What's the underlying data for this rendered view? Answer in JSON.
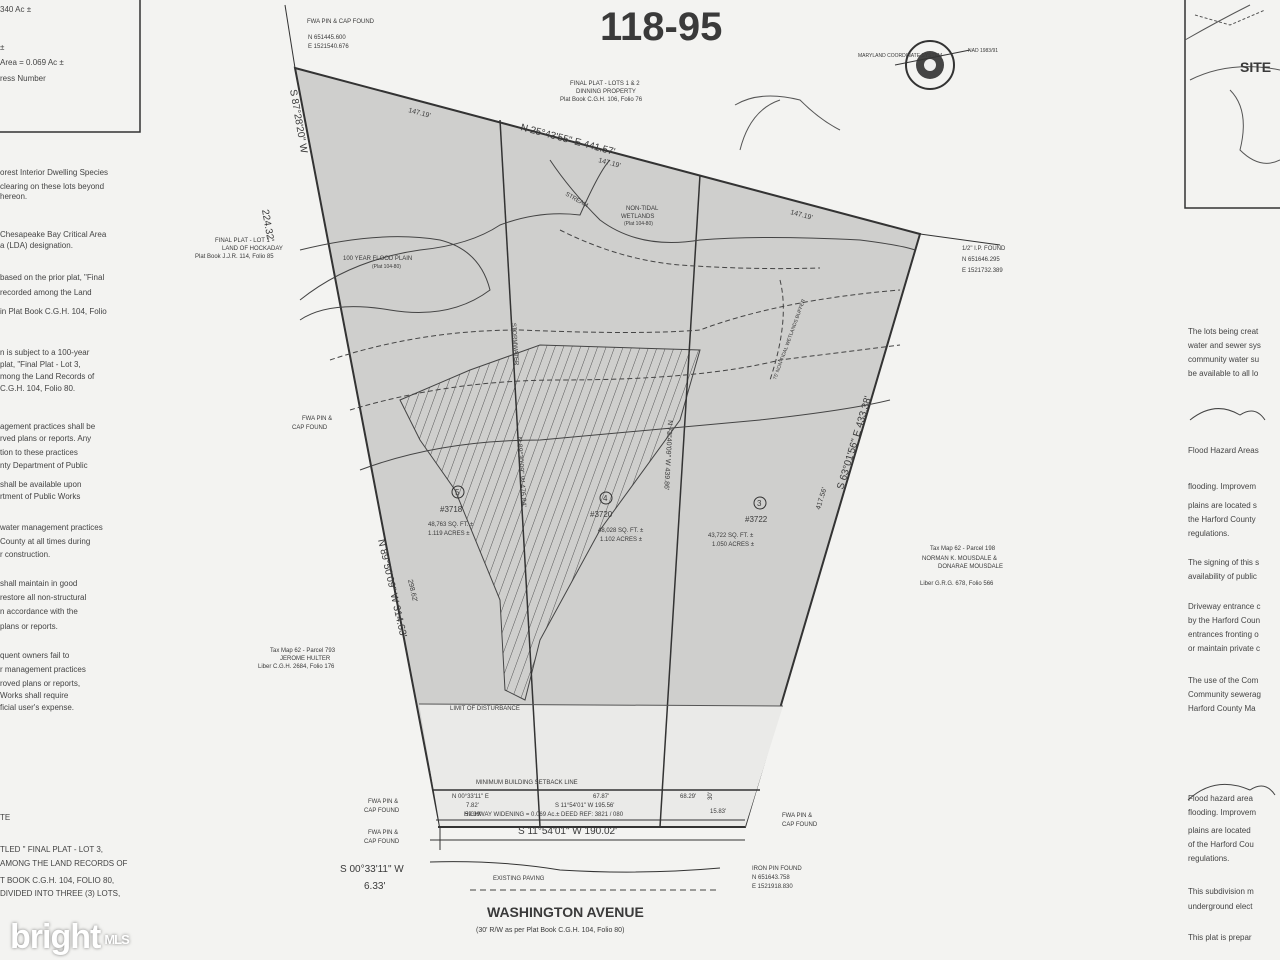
{
  "header": {
    "plat_number": "118-95"
  },
  "parcel": {
    "north_line": "N 25°43'55\" E 441.57'",
    "west_line_top": "S 87°28'20\" W",
    "west_line_top_len": "224.32'",
    "west_line": "N 89°50'09\" W 314.63'",
    "east_line": "S 63°01'56\" E 433.38'",
    "south_line": "S 11°54'01\" W 190.02'",
    "south_west_tie": "S 00°33'11\" W",
    "south_west_tie_len": "6.33'",
    "seg_147_a": "147.19'",
    "seg_147_b": "147.19'",
    "seg_147_c": "147.19'",
    "seg_417": "417.56'",
    "seg_298": "298.62'",
    "lot_line_a": "N 89°30'09\" W 476.84'",
    "lot_line_b": "N 73°40'09\" W 439.86'",
    "stormwater_label": "STORMWATER",
    "highway_widening": "HIGHWAY WIDENING = 0.069 Ac.± DEED REF: 3821 / 080",
    "inner_south": "S 11°54'01\" W 195.56'",
    "setback_line": "MINIMUM     BUILDING     SETBACK     LINE",
    "limit_disturbance": "LIMIT          OF          DISTURBANCE",
    "existing_paving": "EXISTING PAVING",
    "seg_n00": "N 00°33'11\" E",
    "seg_782": "7.82'",
    "seg_5939": "59.39'",
    "seg_6787": "67.87'",
    "seg_6829": "68.29'",
    "seg_1583": "15.83'",
    "seg_30": "30'"
  },
  "lots": [
    {
      "num": "5",
      "addr": "#3718",
      "sqft": "48,763 SQ. FT. ±",
      "acres": "1.119 ACRES ±"
    },
    {
      "num": "4",
      "addr": "#3720",
      "sqft": "48,028 SQ. FT. ±",
      "acres": "1.102 ACRES ±"
    },
    {
      "num": "3",
      "addr": "#3722",
      "sqft": "43,722 SQ. FT. ±",
      "acres": "1.050 ACRES ±"
    }
  ],
  "features": {
    "flood_plain": "100 YEAR FLOOD PLAIN",
    "flood_plain_ref": "(Plat 104-80)",
    "wetlands": "NON-TIDAL",
    "wetlands2": "WETLANDS",
    "wetlands_ref": "(Plat 104-80)",
    "stream": "STREAM",
    "buffer": "75' NON-TIDAL WETLANDS BUFFER"
  },
  "labels": {
    "fwa_top": "FWA PIN & CAP FOUND",
    "fwa_top_n": "N 651445.600",
    "fwa_top_e": "E 1521540.676",
    "final_plat_12": "FINAL PLAT - LOTS 1 & 2",
    "final_plat_12b": "DINNING PROPERTY",
    "final_plat_12c": "Plat Book C.G.H. 106, Folio 76",
    "final_plat_1": "FINAL PLAT - LOT 1",
    "final_plat_1b": "LAND OF HOCKADAY",
    "final_plat_1c": "Plat Book J.J.R. 114, Folio 85",
    "ip_found": "1/2\" I.P. FOUND",
    "ip_n": "N 651646.295",
    "ip_e": "E 1521732.389",
    "fwa_mid": "FWA PIN &",
    "fwa_mid2": "CAP FOUND",
    "tax_198": "Tax Map 62 - Parcel 198",
    "tax_198b": "NORMAN K. MOUSDALE &",
    "tax_198c": "DONARAE MOUSDALE",
    "tax_198d": "Liber G.R.G. 678, Folio 566",
    "tax_793": "Tax Map 62 - Parcel 793",
    "tax_793b": "JEROME HULTER",
    "tax_793c": "Liber C.G.H. 2684, Folio 176",
    "fwa_sw1": "FWA PIN &",
    "fwa_sw1b": "CAP FOUND",
    "fwa_sw2": "FWA PIN &",
    "fwa_sw2b": "CAP FOUND",
    "fwa_se": "FWA PIN &",
    "fwa_se2": "CAP FOUND",
    "iron_pin": "IRON PIN FOUND",
    "iron_n": "N 651643.758",
    "iron_e": "E 1521918.830",
    "road": "WASHINGTON AVENUE",
    "road_ref": "(30' R/W as per Plat Book C.G.H. 104, Folio 80)",
    "coord_sys": "MARYLAND COORDINATE SYSTEM",
    "nad": "NAD 1983/91"
  },
  "left_notes": [
    {
      "text": "340 Ac ±"
    },
    {
      "text": "±"
    },
    {
      "text": "Area = 0.069 Ac ±"
    },
    {
      "text": "ress Number"
    },
    {
      "text": "orest Interior Dwelling Species"
    },
    {
      "text": "clearing on these lots beyond"
    },
    {
      "text": "hereon."
    },
    {
      "text": "Chesapeake Bay Critical Area"
    },
    {
      "text": "a (LDA) designation."
    },
    {
      "text": "based on the prior plat, \"Final"
    },
    {
      "text": "recorded among the Land"
    },
    {
      "text": "in Plat Book C.G.H. 104, Folio"
    },
    {
      "text": "n is subject to a 100-year"
    },
    {
      "text": "plat, \"Final Plat - Lot 3,"
    },
    {
      "text": "mong the Land Records of"
    },
    {
      "text": "C.G.H. 104, Folio 80."
    },
    {
      "text": "agement practices shall be"
    },
    {
      "text": "rved plans or reports. Any"
    },
    {
      "text": "tion to these practices"
    },
    {
      "text": "nty Department of Public"
    },
    {
      "text": "shall be available upon"
    },
    {
      "text": "rtment of Public Works"
    },
    {
      "text": "water management practices"
    },
    {
      "text": "County at all times during"
    },
    {
      "text": "r construction."
    },
    {
      "text": "shall maintain in good"
    },
    {
      "text": "restore all non-structural"
    },
    {
      "text": "n accordance with the"
    },
    {
      "text": "plans or reports."
    },
    {
      "text": "quent owners fail to"
    },
    {
      "text": "r management practices"
    },
    {
      "text": "roved plans or reports,"
    },
    {
      "text": "Works shall require"
    },
    {
      "text": "ficial user's expense."
    },
    {
      "text": "TE"
    },
    {
      "text": "TLED \" FINAL PLAT - LOT 3,"
    },
    {
      "text": "AMONG THE LAND RECORDS OF"
    },
    {
      "text": "T BOOK C.G.H. 104, FOLIO 80,"
    },
    {
      "text": "DIVIDED INTO THREE (3) LOTS,"
    }
  ],
  "right_notes": [
    {
      "text": "SITE"
    },
    {
      "text": "The lots being creat"
    },
    {
      "text": "water and sewer sys"
    },
    {
      "text": "community water su"
    },
    {
      "text": "be available to all lo"
    },
    {
      "text": "Flood Hazard Areas"
    },
    {
      "text": "flooding. Improvem"
    },
    {
      "text": "plains are located s"
    },
    {
      "text": "the Harford County"
    },
    {
      "text": "regulations."
    },
    {
      "text": "The signing of this s"
    },
    {
      "text": "availability of public"
    },
    {
      "text": "Driveway entrance c"
    },
    {
      "text": "by the Harford Coun"
    },
    {
      "text": "entrances fronting o"
    },
    {
      "text": "or maintain private c"
    },
    {
      "text": "The use of the Com"
    },
    {
      "text": "Community sewerag"
    },
    {
      "text": "Harford County Ma"
    },
    {
      "text": "Flood hazard area"
    },
    {
      "text": "flooding. Improvem"
    },
    {
      "text": "plains are located"
    },
    {
      "text": "of the Harford Cou"
    },
    {
      "text": "regulations."
    },
    {
      "text": "This subdivision m"
    },
    {
      "text": "underground elect"
    },
    {
      "text": "This plat is prepar"
    }
  ],
  "watermark": {
    "brand": "bright",
    "suffix": "MLS"
  }
}
